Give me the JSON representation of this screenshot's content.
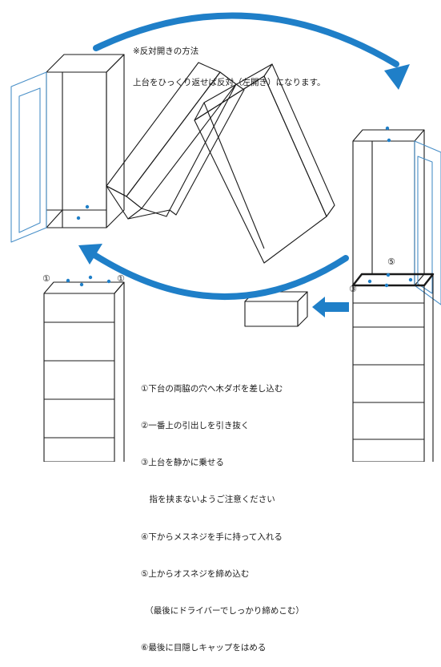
{
  "note": {
    "heading": "※反対開きの方法",
    "body": "上台をひっくり返せば反対（左開き）になります。"
  },
  "markers": {
    "one_left": "①",
    "one_right": "①",
    "three": "③",
    "five": "⑤"
  },
  "steps": [
    "①下台の両脇の穴へ木ダボを差し込む",
    "②一番上の引出しを引き抜く",
    "③上台を静かに乗せる",
    "　指を挟まないようご注意ください",
    "④下からメスネジを手に持って入れる",
    "⑤上からオスネジを締め込む",
    "　（最後にドライバーでしっかり締めこむ）",
    "⑥最後に目隠しキャップをはめる"
  ],
  "colors": {
    "accent": "#1f7fc8",
    "line": "#1a1a1a",
    "door": "#4a90c8"
  }
}
